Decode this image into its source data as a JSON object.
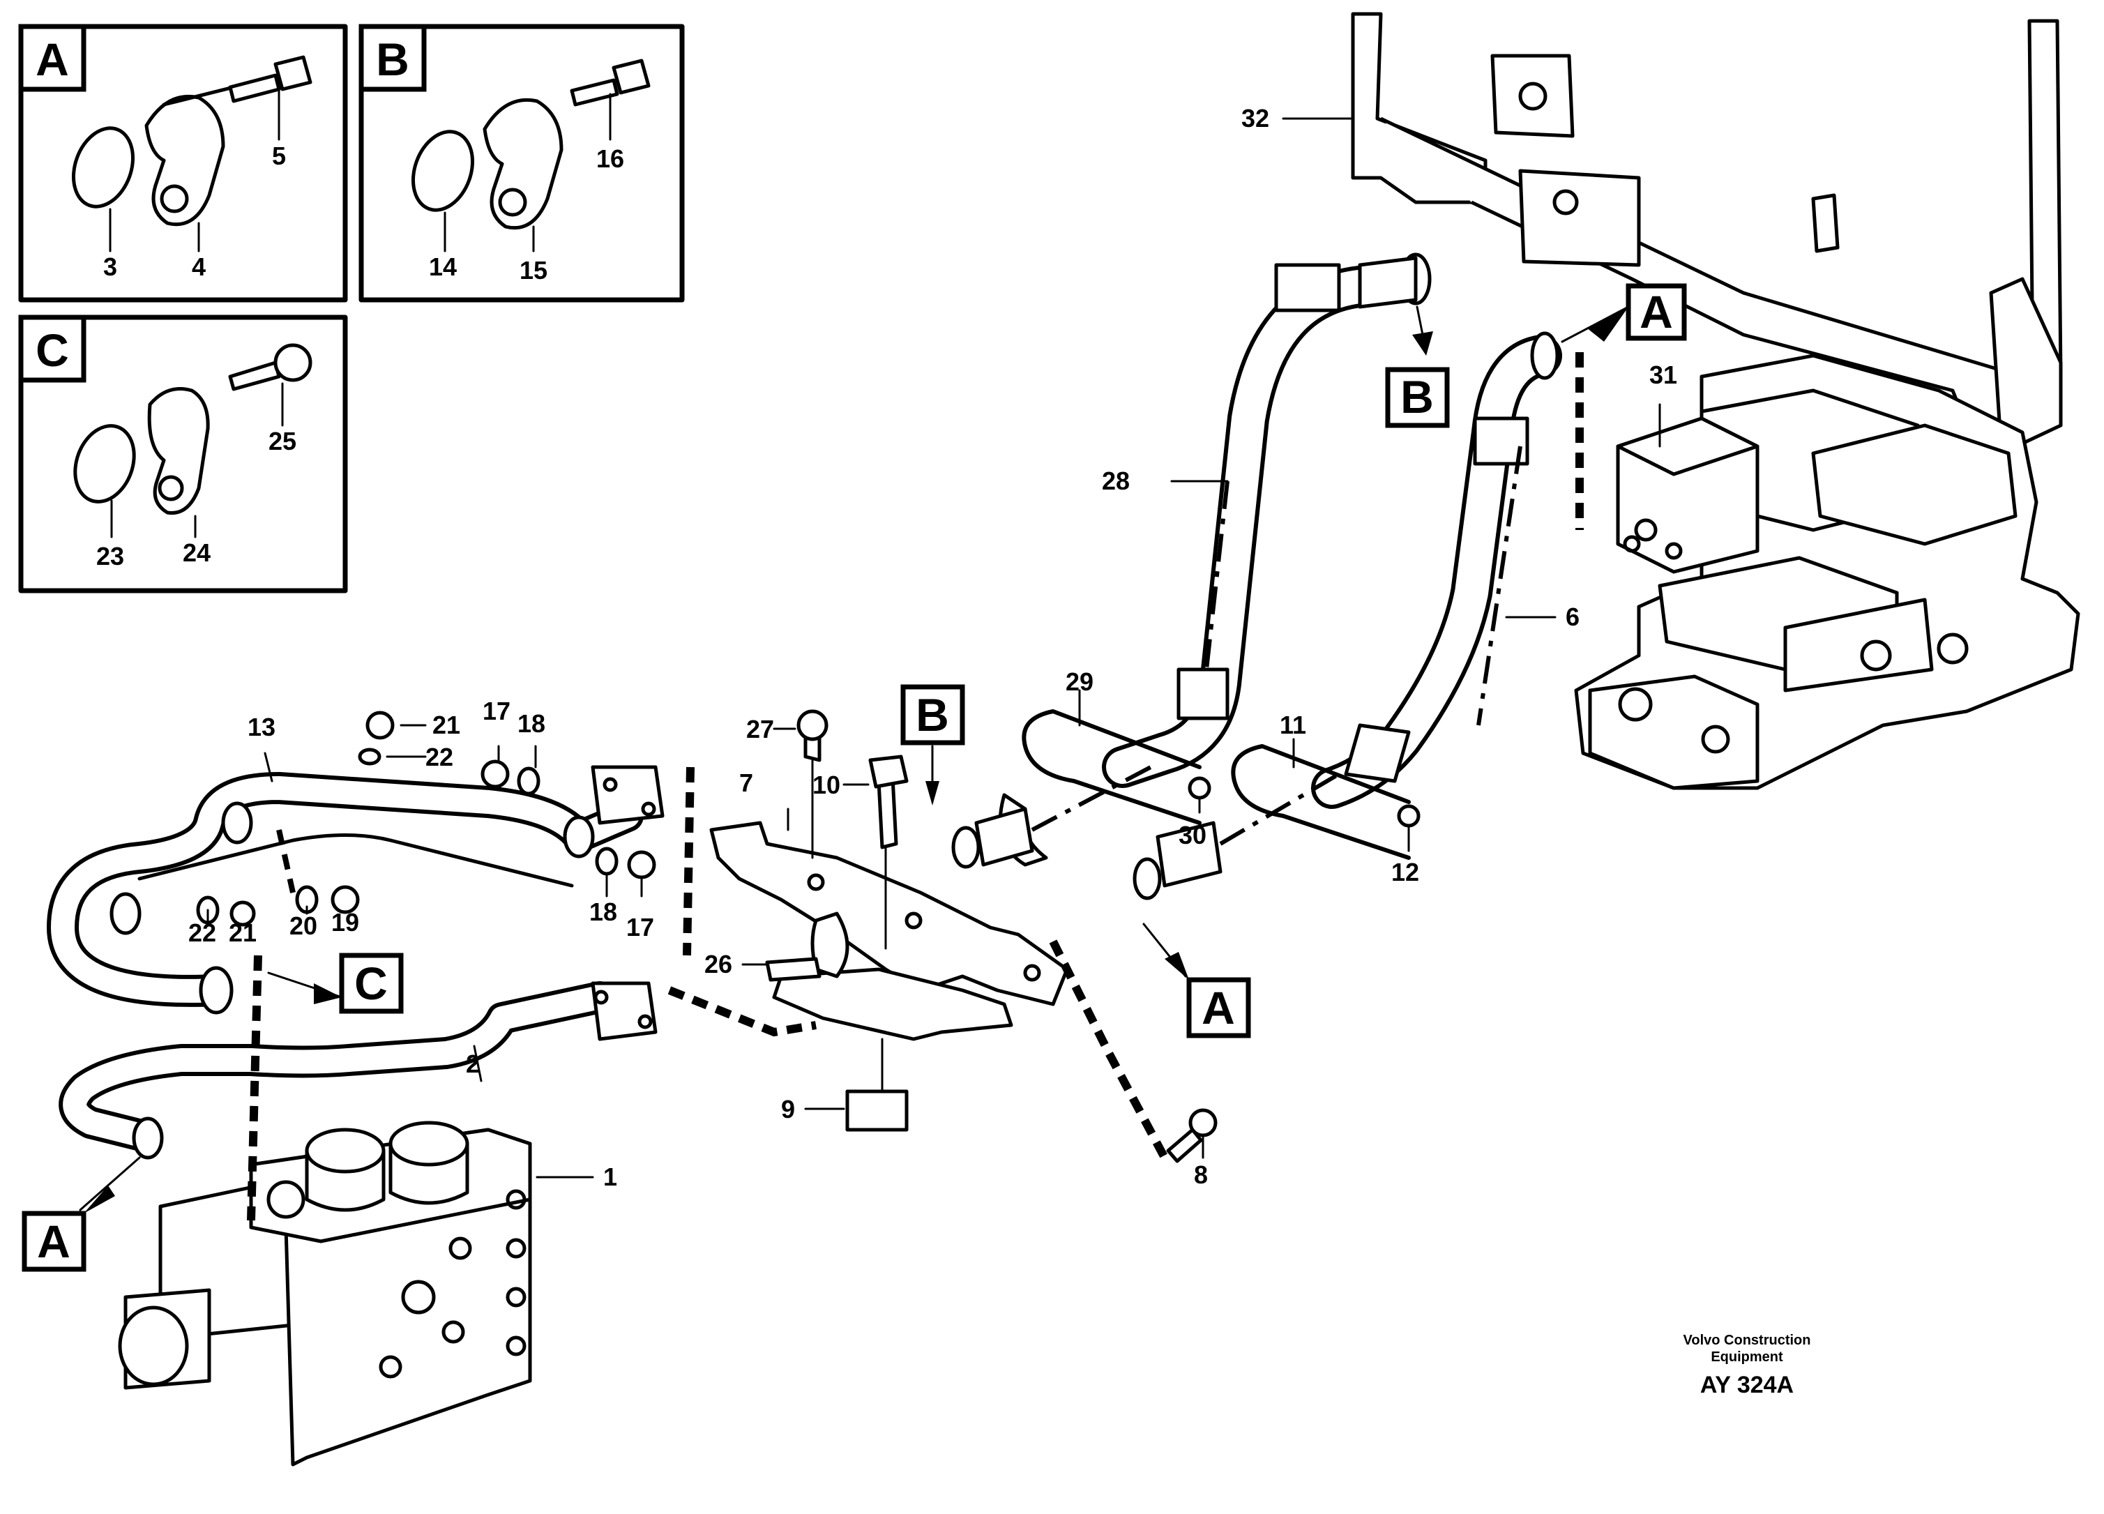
{
  "detail_boxes": {
    "A": {
      "label": "A",
      "parts": [
        "3",
        "4",
        "5"
      ]
    },
    "B": {
      "label": "B",
      "parts": [
        "14",
        "15",
        "16"
      ]
    },
    "C": {
      "label": "C",
      "parts": [
        "23",
        "24",
        "25"
      ]
    }
  },
  "callouts": {
    "A_top": "A",
    "B_top": "B",
    "B_mid": "B",
    "C_left": "C",
    "A_mid": "A",
    "A_left": "A"
  },
  "part_numbers": {
    "p1": "1",
    "p2": "2",
    "p6": "6",
    "p7": "7",
    "p8": "8",
    "p9": "9",
    "p10": "10",
    "p11": "11",
    "p12": "12",
    "p13": "13",
    "p17a": "17",
    "p17b": "17",
    "p18a": "18",
    "p18b": "18",
    "p19": "19",
    "p20": "20",
    "p21a": "21",
    "p21b": "21",
    "p22a": "22",
    "p22b": "22",
    "p26": "26",
    "p27": "27",
    "p28": "28",
    "p29": "29",
    "p30": "30",
    "p31": "31",
    "p32": "32"
  },
  "footer": {
    "company_line1": "Volvo Construction",
    "company_line2": "Equipment",
    "reference": "AY 324A"
  }
}
